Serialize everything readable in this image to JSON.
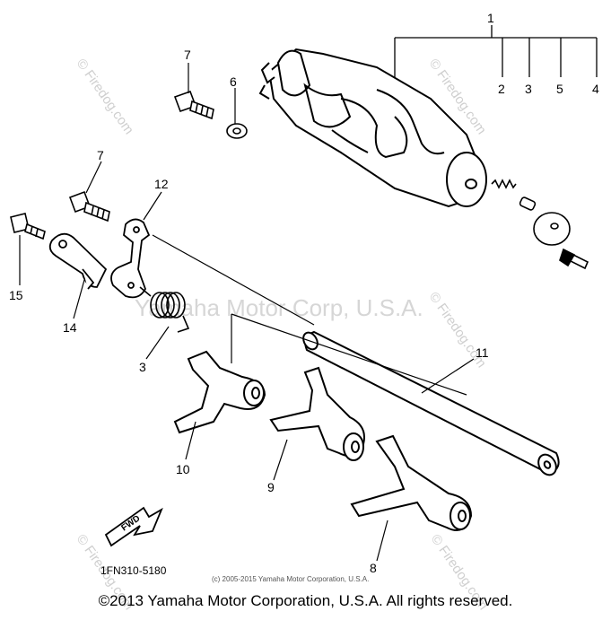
{
  "diagram": {
    "part_code": "1FN310-5180",
    "arrow_label": "FWD",
    "small_copyright": "(c) 2005-2015 Yamaha Motor Corporation, U.S.A.",
    "watermark_center": "Yamaha Motor Corp, U.S.A.",
    "watermark_site": "© Firedog.com",
    "callouts": [
      "1",
      "2",
      "3",
      "4",
      "5",
      "6",
      "7",
      "7",
      "12",
      "15",
      "14",
      "3",
      "11",
      "10",
      "9",
      "8"
    ]
  },
  "footer": {
    "copyright": "©2013 Yamaha Motor Corporation, U.S.A. All rights reserved."
  }
}
